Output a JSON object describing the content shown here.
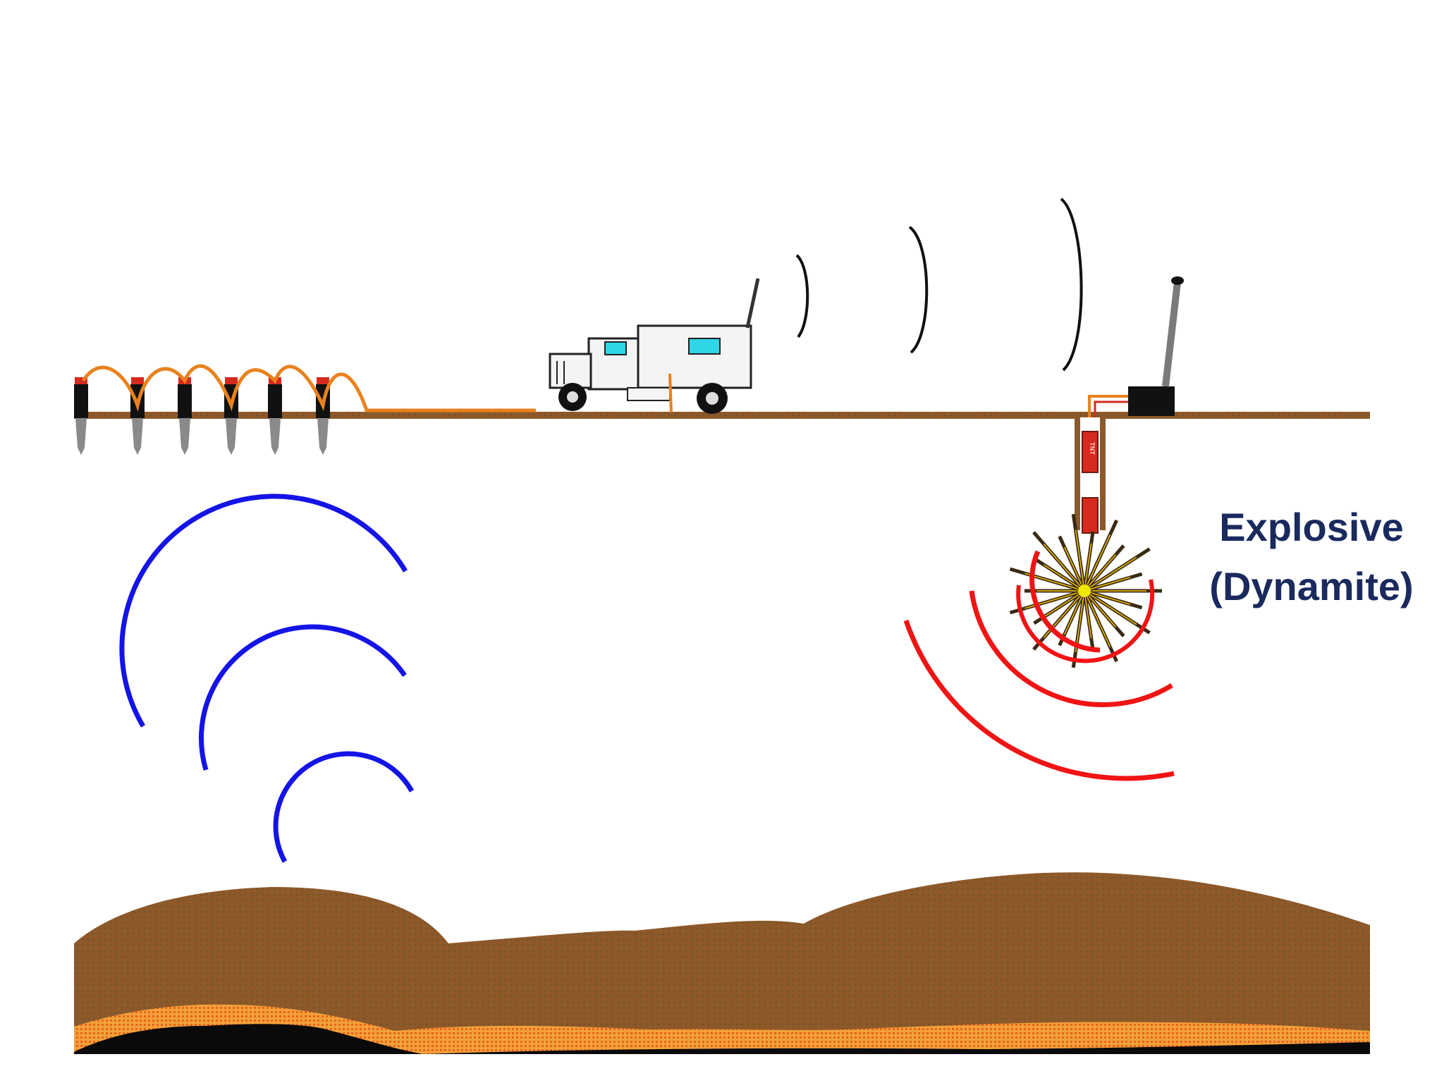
{
  "label": {
    "line1": "Explosive",
    "line2": "(Dynamite)"
  },
  "colors": {
    "ground": "#8b5a2b",
    "ground_dark": "#6e4520",
    "cable": "#e8821e",
    "reflected_wave": "#1414e6",
    "source_wave": "#f01414",
    "radio_wave": "#111111",
    "label": "#1a2a5e",
    "tnt": "#d62a1e",
    "burst_core": "#f2e600"
  },
  "icons": [
    "geophone-icon",
    "recording-truck-icon",
    "blaster-box-icon",
    "dynamite-icon",
    "explosion-icon"
  ],
  "tnt_text": "TNT"
}
